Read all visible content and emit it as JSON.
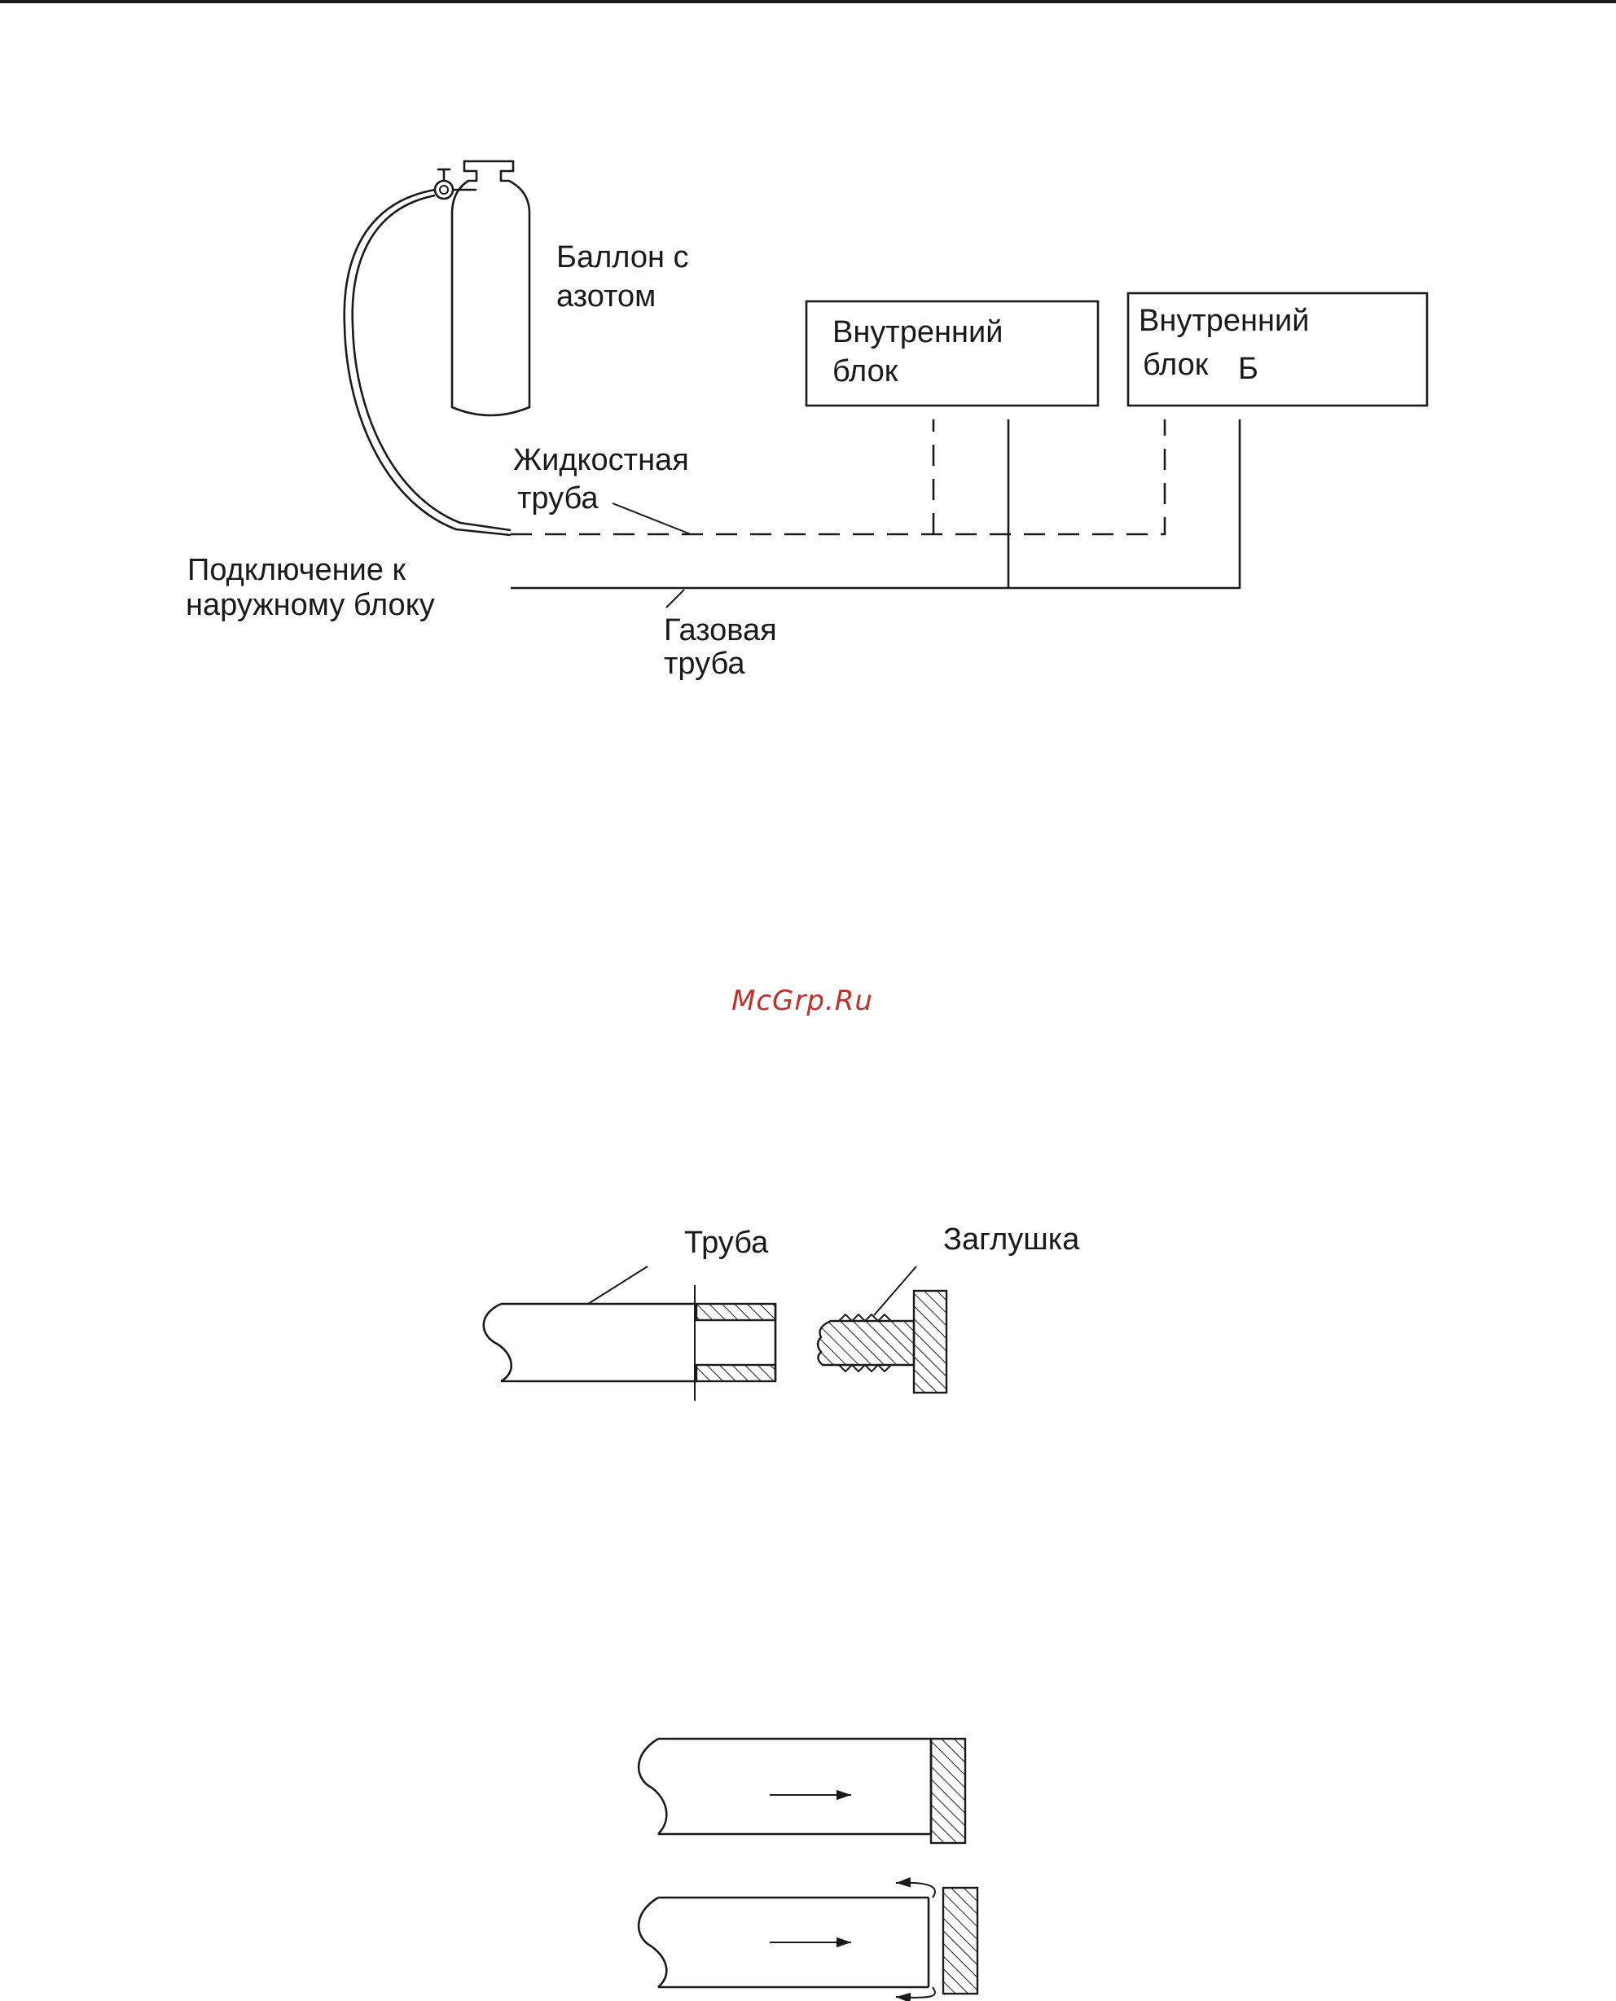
{
  "figure1": {
    "nitrogen_cylinder": {
      "line1": "Баллон с",
      "line2": "азотом"
    },
    "indoor_unit_a": {
      "line1": "Внутренний",
      "line2": "блок"
    },
    "indoor_unit_b": {
      "line1": "Внутренний",
      "line2": "блок",
      "letter": "Б"
    },
    "liquid_pipe": {
      "line1": "Жидкостная",
      "line2": "труба"
    },
    "outdoor_connection": {
      "line1": "Подключение к",
      "line2": "наружному блоку"
    },
    "gas_pipe": {
      "line1": "Газовая",
      "line2": "труба"
    }
  },
  "watermark": "McGrp.Ru",
  "figure2": {
    "pipe": "Труба",
    "plug": "Заглушка"
  },
  "figure3": {}
}
